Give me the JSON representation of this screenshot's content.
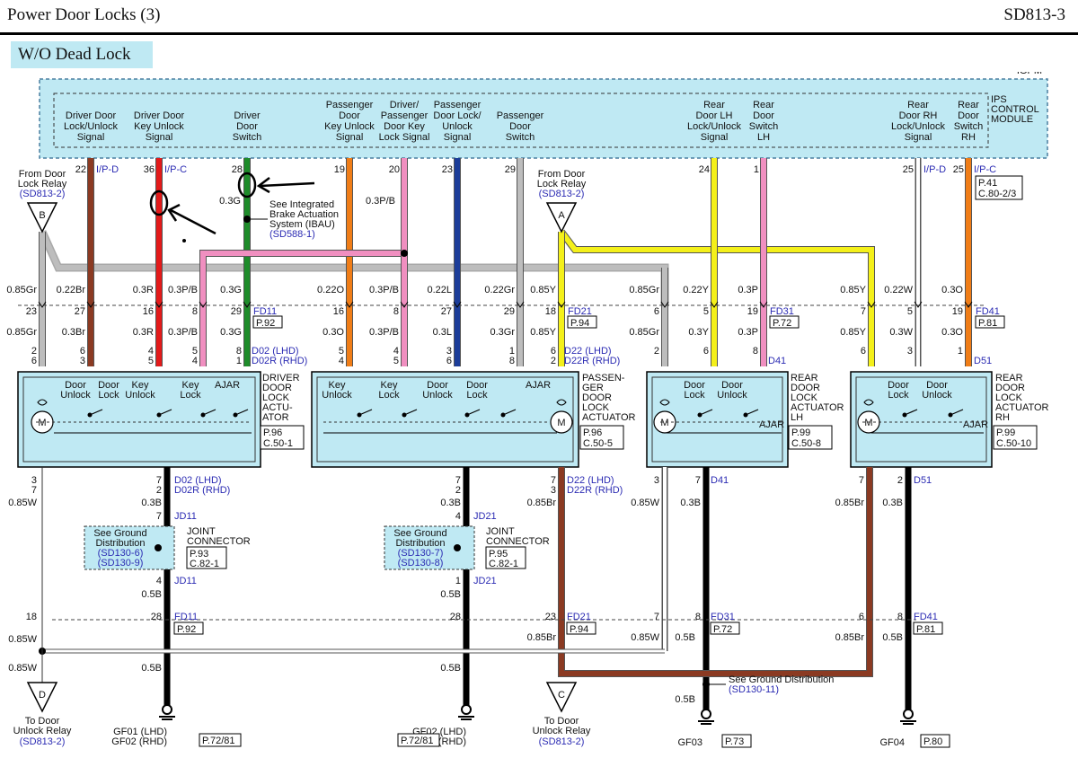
{
  "header": {
    "title": "Power Door Locks (3)",
    "page": "SD813-3"
  },
  "section": {
    "title": "W/O Dead Lock"
  },
  "module": {
    "name_top": "IGPM",
    "name": [
      "IPS",
      "CONTROL",
      "MODULE"
    ]
  },
  "signals": [
    {
      "lines": [
        "Driver Door",
        "Lock/Unlock",
        "Signal"
      ]
    },
    {
      "lines": [
        "Driver Door",
        "Key Unlock",
        "Signal"
      ]
    },
    {
      "lines": [
        "Driver",
        "Door",
        "Switch"
      ]
    },
    {
      "lines": [
        "Passenger",
        "Door",
        "Key Unlock",
        "Signal"
      ]
    },
    {
      "lines": [
        "Driver/",
        "Passenger",
        "Door Key",
        "Lock Signal"
      ]
    },
    {
      "lines": [
        "Passenger",
        "Door Lock/",
        "Unlock",
        "Signal"
      ]
    },
    {
      "lines": [
        "Passenger",
        "Door",
        "Switch"
      ]
    },
    {
      "lines": [
        "Rear",
        "Door LH",
        "Lock/Unlock",
        "Signal"
      ]
    },
    {
      "lines": [
        "Rear",
        "Door",
        "Switch",
        "LH"
      ]
    },
    {
      "lines": [
        "Rear",
        "Door RH",
        "Lock/Unlock",
        "Signal"
      ]
    },
    {
      "lines": [
        "Rear",
        "Door",
        "Switch",
        "RH"
      ]
    }
  ],
  "module_pins": [
    {
      "pin": "22",
      "conn": "I/P-D"
    },
    {
      "pin": "36",
      "conn": "I/P-C"
    },
    {
      "pin": "28",
      "conn": ""
    },
    {
      "pin": "19",
      "conn": ""
    },
    {
      "pin": "20",
      "conn": ""
    },
    {
      "pin": "23",
      "conn": ""
    },
    {
      "pin": "29",
      "conn": ""
    },
    {
      "pin": "24",
      "conn": ""
    },
    {
      "pin": "1",
      "conn": ""
    },
    {
      "pin": "25",
      "conn": "I/P-D"
    },
    {
      "pin": "25",
      "conn": "I/P-C"
    }
  ],
  "module_ref": [
    "P.41",
    "C.80-2/3"
  ],
  "relays_top": [
    {
      "letter": "B",
      "lines": [
        "From Door",
        "Lock Relay"
      ],
      "ref": "(SD813-2)"
    },
    {
      "letter": "A",
      "lines": [
        "From Door",
        "Lock Relay"
      ],
      "ref": "(SD813-2)"
    }
  ],
  "relays_bottom": [
    {
      "letter": "D",
      "lines": [
        "To Door",
        "Unlock Relay"
      ],
      "ref": "(SD813-2)"
    },
    {
      "letter": "C",
      "lines": [
        "To Door",
        "Unlock Relay"
      ],
      "ref": "(SD813-2)"
    }
  ],
  "upper_wire_labels": [
    "0.3G",
    "0.3P/B"
  ],
  "ibau": {
    "lines": [
      "See Integrated",
      "Brake Actuation",
      "System (IBAU)"
    ],
    "ref": "(SD588-1)"
  },
  "upper_row": [
    "0.85Gr",
    "0.22Br",
    "0.3R",
    "0.3P/B",
    "0.3G",
    "0.22O",
    "0.3P/B",
    "0.22L",
    "0.22Gr",
    "0.85Y",
    "0.85Gr",
    "0.22Y",
    "0.3P",
    "0.85Y",
    "0.22W",
    "0.3O"
  ],
  "conn_pins": [
    "23",
    "27",
    "16",
    "8",
    "29",
    "16",
    "8",
    "27",
    "29",
    "18",
    "6",
    "5",
    "19",
    "7",
    "5",
    "19"
  ],
  "lower_row": [
    "0.85Gr",
    "0.3Br",
    "0.3R",
    "0.3P/B",
    "0.3G",
    "0.3O",
    "0.3P/B",
    "0.3L",
    "0.3Gr",
    "0.85Y",
    "0.85Gr",
    "0.3Y",
    "0.3P",
    "0.85Y",
    "0.3W",
    "0.3O"
  ],
  "fd_connectors": [
    {
      "name": "FD11",
      "page": "P.92"
    },
    {
      "name": "FD21",
      "page": "P.94"
    },
    {
      "name": "FD31",
      "page": "P.72"
    },
    {
      "name": "FD41",
      "page": "P.81"
    }
  ],
  "act_pins": [
    [
      "2",
      "6"
    ],
    [
      "6",
      "3"
    ],
    [
      "4",
      "5"
    ],
    [
      "5",
      "4"
    ],
    [
      "8",
      "1"
    ],
    [
      "5",
      "4"
    ],
    [
      "4",
      "5"
    ],
    [
      "3",
      "6"
    ],
    [
      "1",
      "8"
    ],
    [
      "6",
      "2"
    ],
    [
      "2"
    ],
    [
      "6"
    ],
    [
      "8"
    ],
    [
      "6"
    ],
    [
      "3"
    ],
    [
      "1"
    ]
  ],
  "act_conns": [
    {
      "lhd": "D02 (LHD)",
      "rhd": "D02R (RHD)"
    },
    {
      "lhd": "D22 (LHD)",
      "rhd": "D22R (RHD)"
    },
    {
      "single": "D41"
    },
    {
      "single": "D51"
    }
  ],
  "actuators": [
    {
      "title": [
        "DRIVER",
        "DOOR",
        "LOCK",
        "ACTU-",
        "ATOR"
      ],
      "ref": [
        "P.96",
        "C.50-1"
      ],
      "labels": [
        "Door",
        "Unlock",
        "Door",
        "Lock",
        "Key",
        "Unlock",
        "Key",
        "Lock",
        "AJAR"
      ]
    },
    {
      "title": [
        "PASSEN-",
        "GER",
        "DOOR",
        "LOCK",
        "ACTUATOR"
      ],
      "ref": [
        "P.96",
        "C.50-5"
      ],
      "labels": [
        "Key",
        "Unlock",
        "Key",
        "Lock",
        "Door",
        "Unlock",
        "Door",
        "Lock",
        "AJAR"
      ]
    },
    {
      "title": [
        "REAR",
        "DOOR",
        "LOCK",
        "ACTUATOR",
        "LH"
      ],
      "ref": [
        "P.99",
        "C.50-8"
      ],
      "labels": [
        "Door",
        "Lock",
        "Door",
        "Unlock",
        "AJAR"
      ]
    },
    {
      "title": [
        "REAR",
        "DOOR",
        "LOCK",
        "ACTUATOR",
        "RH"
      ],
      "ref": [
        "P.99",
        "C.50-10"
      ],
      "labels": [
        "Door",
        "Lock",
        "Door",
        "Unlock",
        "AJAR"
      ]
    }
  ],
  "motor_label": "M",
  "below_pins": [
    [
      "3",
      "7"
    ],
    [
      "7",
      "2"
    ],
    [
      "7",
      "2"
    ],
    [
      "7",
      "3"
    ],
    [
      "3"
    ],
    [
      "7"
    ],
    [
      "7"
    ],
    [
      "2"
    ]
  ],
  "below_labels": [
    "0.85W",
    "0.3B",
    "0.3B",
    "0.85Br",
    "0.85W",
    "0.3B",
    "0.85Br",
    "0.3B"
  ],
  "jd": {
    "jd11": "JD11",
    "jd21": "JD21",
    "pin_top_1": "7",
    "pin_top_2": "4",
    "pin_bot_1": "4",
    "pin_bot_2": "1"
  },
  "ground_dist": [
    {
      "lines": [
        "See Ground",
        "Distribution"
      ],
      "refs": [
        "(SD130-6)",
        "(SD130-9)"
      ],
      "jc": [
        "JOINT",
        "CONNECTOR"
      ],
      "ref": [
        "P.93",
        "C.82-1"
      ]
    },
    {
      "lines": [
        "See Ground",
        "Distribution"
      ],
      "refs": [
        "(SD130-7)",
        "(SD130-8)"
      ],
      "jc": [
        "JOINT",
        "CONNECTOR"
      ],
      "ref": [
        "P.95",
        "C.82-1"
      ]
    }
  ],
  "lower_fd": {
    "pins": [
      "18",
      "28",
      "28",
      "23",
      "7",
      "8",
      "6",
      "8"
    ],
    "w_label": "0.85W",
    "b_label": "0.5B",
    "br_label": "0.85Br"
  },
  "ground_note": {
    "text": "See Ground Distribution",
    "ref": "(SD130-11)"
  },
  "grounds": [
    {
      "lines": [
        "GF01 (LHD)",
        "GF02 (RHD)"
      ],
      "ref": "P.72/81"
    },
    {
      "lines": [
        "GF02 (LHD)",
        "GF01 (RHD)"
      ],
      "ref": "P.72/81"
    },
    {
      "lines": [
        "GF03"
      ],
      "ref": "P.73"
    },
    {
      "lines": [
        "GF04"
      ],
      "ref": "P.80"
    }
  ],
  "colors": {
    "gray": "#a9a9a9",
    "brown": "#8b3a22",
    "red": "#e41a1a",
    "green": "#1e8c2a",
    "orange": "#f07d17",
    "pink": "#f08fc0",
    "blue": "#1c3d99",
    "yellow": "#f4f01a",
    "white": "#ffffff",
    "black": "#111111",
    "box": "#bfe9f3",
    "link": "#2b2bb3"
  }
}
